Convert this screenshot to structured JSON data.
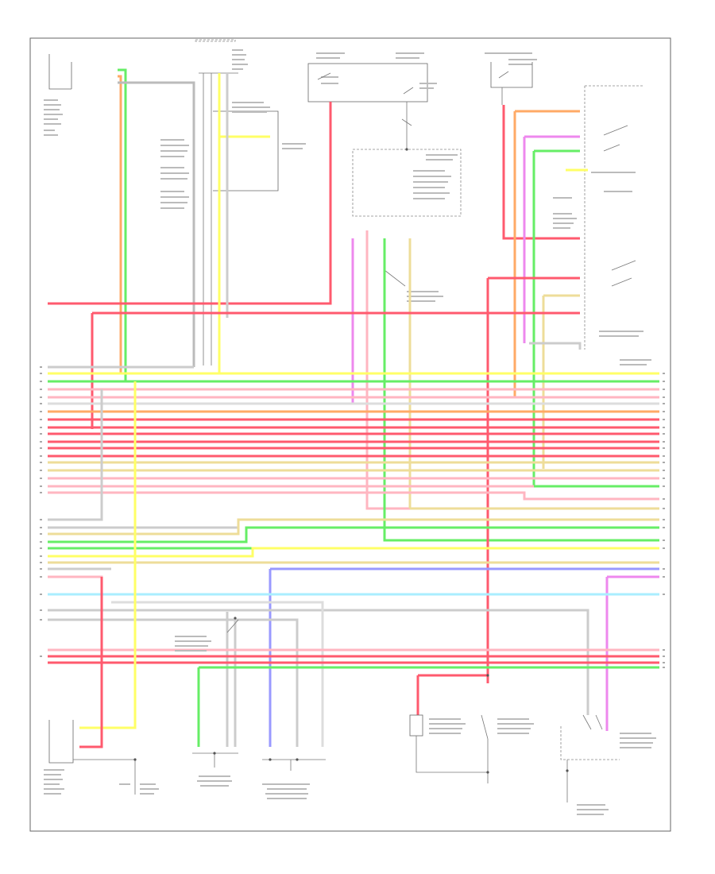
{
  "diagram": {
    "footer_code": "",
    "colors": {
      "red": "#ff5a6e",
      "pink": "#ffb6c1",
      "yellow": "#ffff66",
      "green": "#66ee66",
      "orange": "#ffaa66",
      "violet": "#ee88ee",
      "blue": "#9999ff",
      "light_blue": "#aaeeff",
      "tan": "#eedd99",
      "gray": "#999999",
      "white": "#dddddd"
    },
    "components": [
      {
        "id": "c1",
        "name": "top-left-sensor"
      },
      {
        "id": "c2",
        "name": "top-center-switch"
      },
      {
        "id": "c3",
        "name": "top-right-switch-a"
      },
      {
        "id": "c4",
        "name": "top-right-switch-b"
      },
      {
        "id": "c5",
        "name": "top-right-relay"
      },
      {
        "id": "c6",
        "name": "center-module"
      },
      {
        "id": "c7",
        "name": "right-connector-block"
      },
      {
        "id": "c8",
        "name": "bottom-left-sensor"
      },
      {
        "id": "c9",
        "name": "bottom-center-sender"
      },
      {
        "id": "c10",
        "name": "bottom-center-sensor"
      },
      {
        "id": "c11",
        "name": "bottom-right-resistor-a"
      },
      {
        "id": "c12",
        "name": "bottom-right-resistor-b"
      },
      {
        "id": "c13",
        "name": "bottom-right-switch"
      }
    ]
  }
}
